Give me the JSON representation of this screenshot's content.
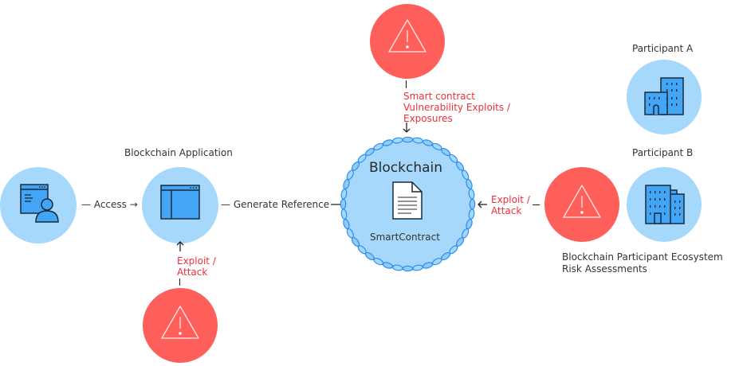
{
  "title": "Blockchain Risk Diagram",
  "nodes": {
    "user": {
      "icon": "user-browser-icon"
    },
    "app": {
      "label": "Blockchain Application",
      "icon": "app-window-icon"
    },
    "blockchain": {
      "title": "Blockchain",
      "subtitle": "SmartContract",
      "icon": "document-icon"
    },
    "participant_a": {
      "label": "Participant A",
      "icon": "building-icon"
    },
    "participant_b": {
      "label": "Participant B",
      "icon": "building-icon"
    },
    "ecosystem": {
      "line1": "Blockchain Participant Ecosystem",
      "line2": "Risk Assessments"
    }
  },
  "edges": {
    "access": "Access",
    "generate_reference": "Generate Reference"
  },
  "threats": {
    "top": {
      "line1": "Smart contract",
      "line2": "Vulnerability Exploits /",
      "line3": "Exposures",
      "icon": "warning-icon"
    },
    "bottom": {
      "line1": "Exploit /",
      "line2": "Attack",
      "icon": "warning-icon"
    },
    "right": {
      "line1": "Exploit /",
      "line2": "Attack",
      "icon": "warning-icon"
    }
  },
  "colors": {
    "node_blue": "#a6d8fb",
    "icon_blue": "#42a5f5",
    "alert_red": "#fe5f5a",
    "threat_text": "#e8323c",
    "chain_blue": "#2b8ef0"
  }
}
